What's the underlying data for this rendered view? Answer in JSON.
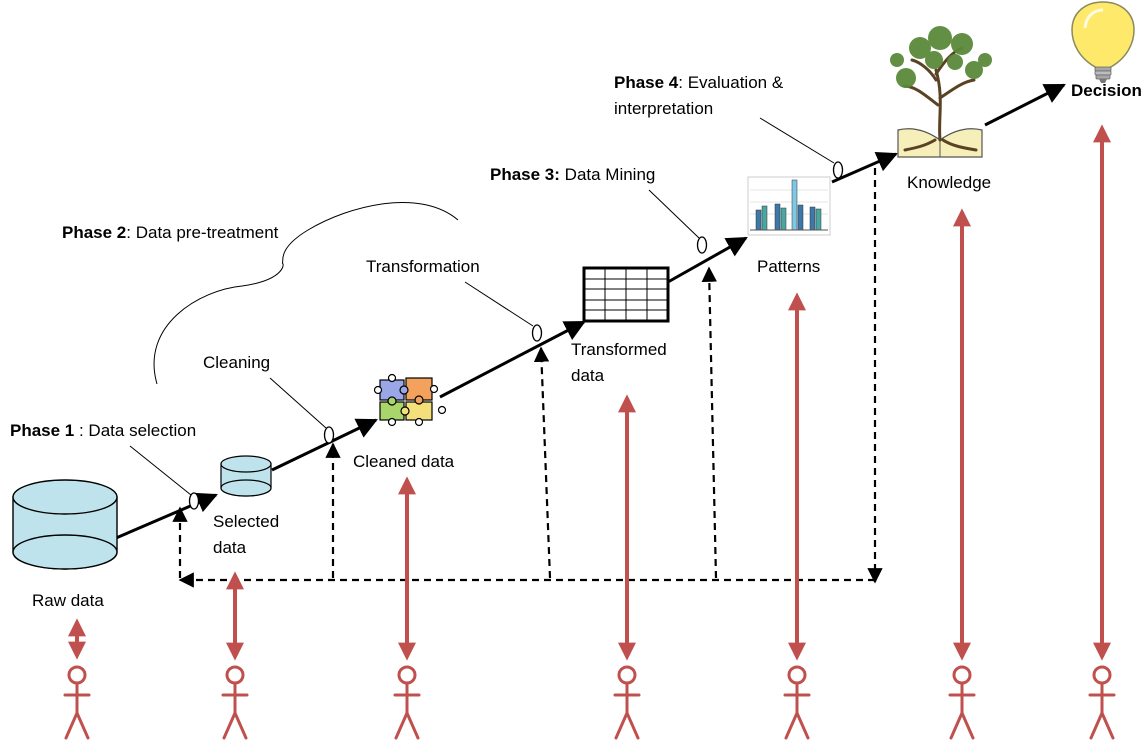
{
  "phases": {
    "phase1": {
      "name": "Phase 1",
      "desc": " : Data selection"
    },
    "phase2": {
      "name": "Phase 2",
      "desc": ": Data pre-treatment"
    },
    "phase3": {
      "name": "Phase 3:",
      "desc": " Data Mining"
    },
    "phase4": {
      "name": "Phase 4",
      "desc_line1": ": Evaluation &",
      "desc_line2": "interpretation"
    }
  },
  "steps": {
    "cleaning": "Cleaning",
    "transformation": "Transformation"
  },
  "nodes": {
    "raw_data": "Raw data",
    "selected_data_line1": "Selected",
    "selected_data_line2": "data",
    "cleaned_data": "Cleaned data",
    "transformed_data_line1": "Transformed",
    "transformed_data_line2": "data",
    "patterns": "Patterns",
    "knowledge": "Knowledge",
    "decision": "Decision"
  },
  "colors": {
    "database_fill": "#bfe3ec",
    "user_arrow": "#c0504d",
    "line": "#000000",
    "bulb": "#ffe96b"
  }
}
